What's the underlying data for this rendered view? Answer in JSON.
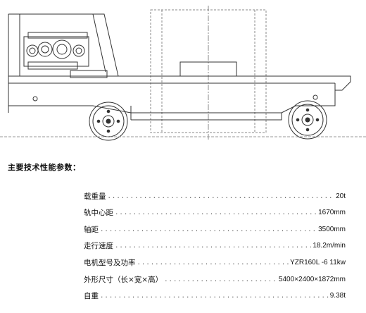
{
  "section_title": "主要技术性能参数：",
  "specs": [
    {
      "label": "载重量",
      "value": "20t"
    },
    {
      "label": "轨中心距",
      "value": "1670mm"
    },
    {
      "label": "轴距",
      "value": "3500mm"
    },
    {
      "label": "走行速度",
      "value": "18.2m/min"
    },
    {
      "label": "电机型号及功率",
      "value": "YZR160L -6 11kw"
    },
    {
      "label": "外形尺寸（长×宽×高）",
      "value": "5400×2400×1872mm"
    },
    {
      "label": "自重",
      "value": "9.38t"
    }
  ],
  "colors": {
    "line": "#333333",
    "dash": "#777777",
    "text": "#111111"
  }
}
